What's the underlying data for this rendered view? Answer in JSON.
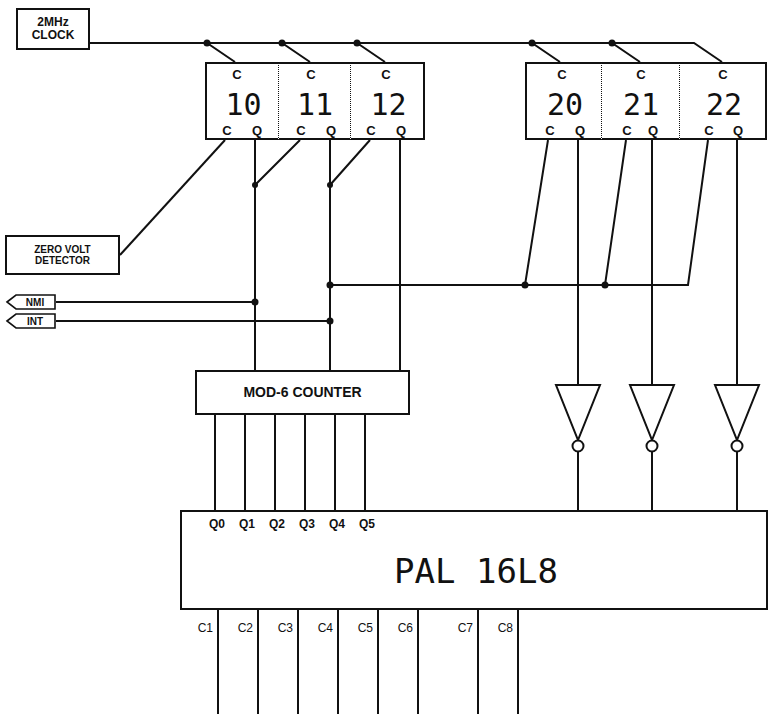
{
  "diagram": {
    "nodes": [
      {
        "text": [
          "2MHz CLOCK"
        ]
      },
      {
        "text": [
          "C",
          "10",
          "C",
          "Q"
        ]
      },
      {
        "text": [
          "C",
          "11",
          "C",
          "Q"
        ]
      },
      {
        "text": [
          "C",
          "12",
          "C",
          "Q"
        ]
      },
      {
        "text": [
          "C",
          "20",
          "C",
          "Q"
        ]
      },
      {
        "text": [
          "C",
          "21",
          "C",
          "Q"
        ]
      },
      {
        "text": [
          "C",
          "22",
          "C",
          "Q"
        ]
      },
      {
        "text": [
          "ZERO VOLT DETECTOR"
        ]
      },
      {
        "text": [
          "NMI"
        ]
      },
      {
        "text": [
          "INT"
        ]
      },
      {
        "text": [
          "MOD-6 COUNTER"
        ]
      },
      {
        "text": [
          "Q0",
          "Q1",
          "Q2",
          "Q3",
          "Q4",
          "Q5",
          "PAL 16L8"
        ]
      }
    ],
    "edges": [
      {
        "from": 0,
        "to": 1,
        "arrow": "none"
      },
      {
        "from": 0,
        "to": 2,
        "arrow": "none"
      },
      {
        "from": 0,
        "to": 3,
        "arrow": "none"
      },
      {
        "from": 0,
        "to": 4,
        "arrow": "none"
      },
      {
        "from": 0,
        "to": 5,
        "arrow": "none"
      },
      {
        "from": 0,
        "to": 6,
        "arrow": "none"
      },
      {
        "from": 7,
        "to": 1,
        "arrow": "none"
      },
      {
        "from": 1,
        "to": 8,
        "arrow": "none"
      },
      {
        "from": 1,
        "to": 10,
        "arrow": "none"
      },
      {
        "from": 1,
        "to": 2,
        "arrow": "none"
      },
      {
        "from": 2,
        "to": 3,
        "arrow": "none"
      },
      {
        "from": 2,
        "to": 9,
        "arrow": "none"
      },
      {
        "from": 2,
        "to": 10,
        "arrow": "none"
      },
      {
        "from": 3,
        "to": 10,
        "arrow": "none"
      },
      {
        "from": 2,
        "to": 4,
        "arrow": "none"
      },
      {
        "from": 2,
        "to": 5,
        "arrow": "none"
      },
      {
        "from": 2,
        "to": 6,
        "arrow": "none"
      },
      {
        "from": 4,
        "to": 11,
        "arrow": "none"
      },
      {
        "from": 5,
        "to": 11,
        "arrow": "none"
      },
      {
        "from": 6,
        "to": 11,
        "arrow": "none"
      },
      {
        "from": 10,
        "to": 11,
        "arrow": "none"
      },
      {
        "from": 10,
        "to": 11,
        "arrow": "none"
      },
      {
        "from": 10,
        "to": 11,
        "arrow": "none"
      },
      {
        "from": 10,
        "to": 11,
        "arrow": "none"
      },
      {
        "from": 10,
        "to": 11,
        "arrow": "none"
      },
      {
        "from": 10,
        "to": 11,
        "arrow": "none"
      }
    ],
    "labels": [
      "C1",
      "C2",
      "C3",
      "C4",
      "C5",
      "C6",
      "C7",
      "C8"
    ]
  }
}
